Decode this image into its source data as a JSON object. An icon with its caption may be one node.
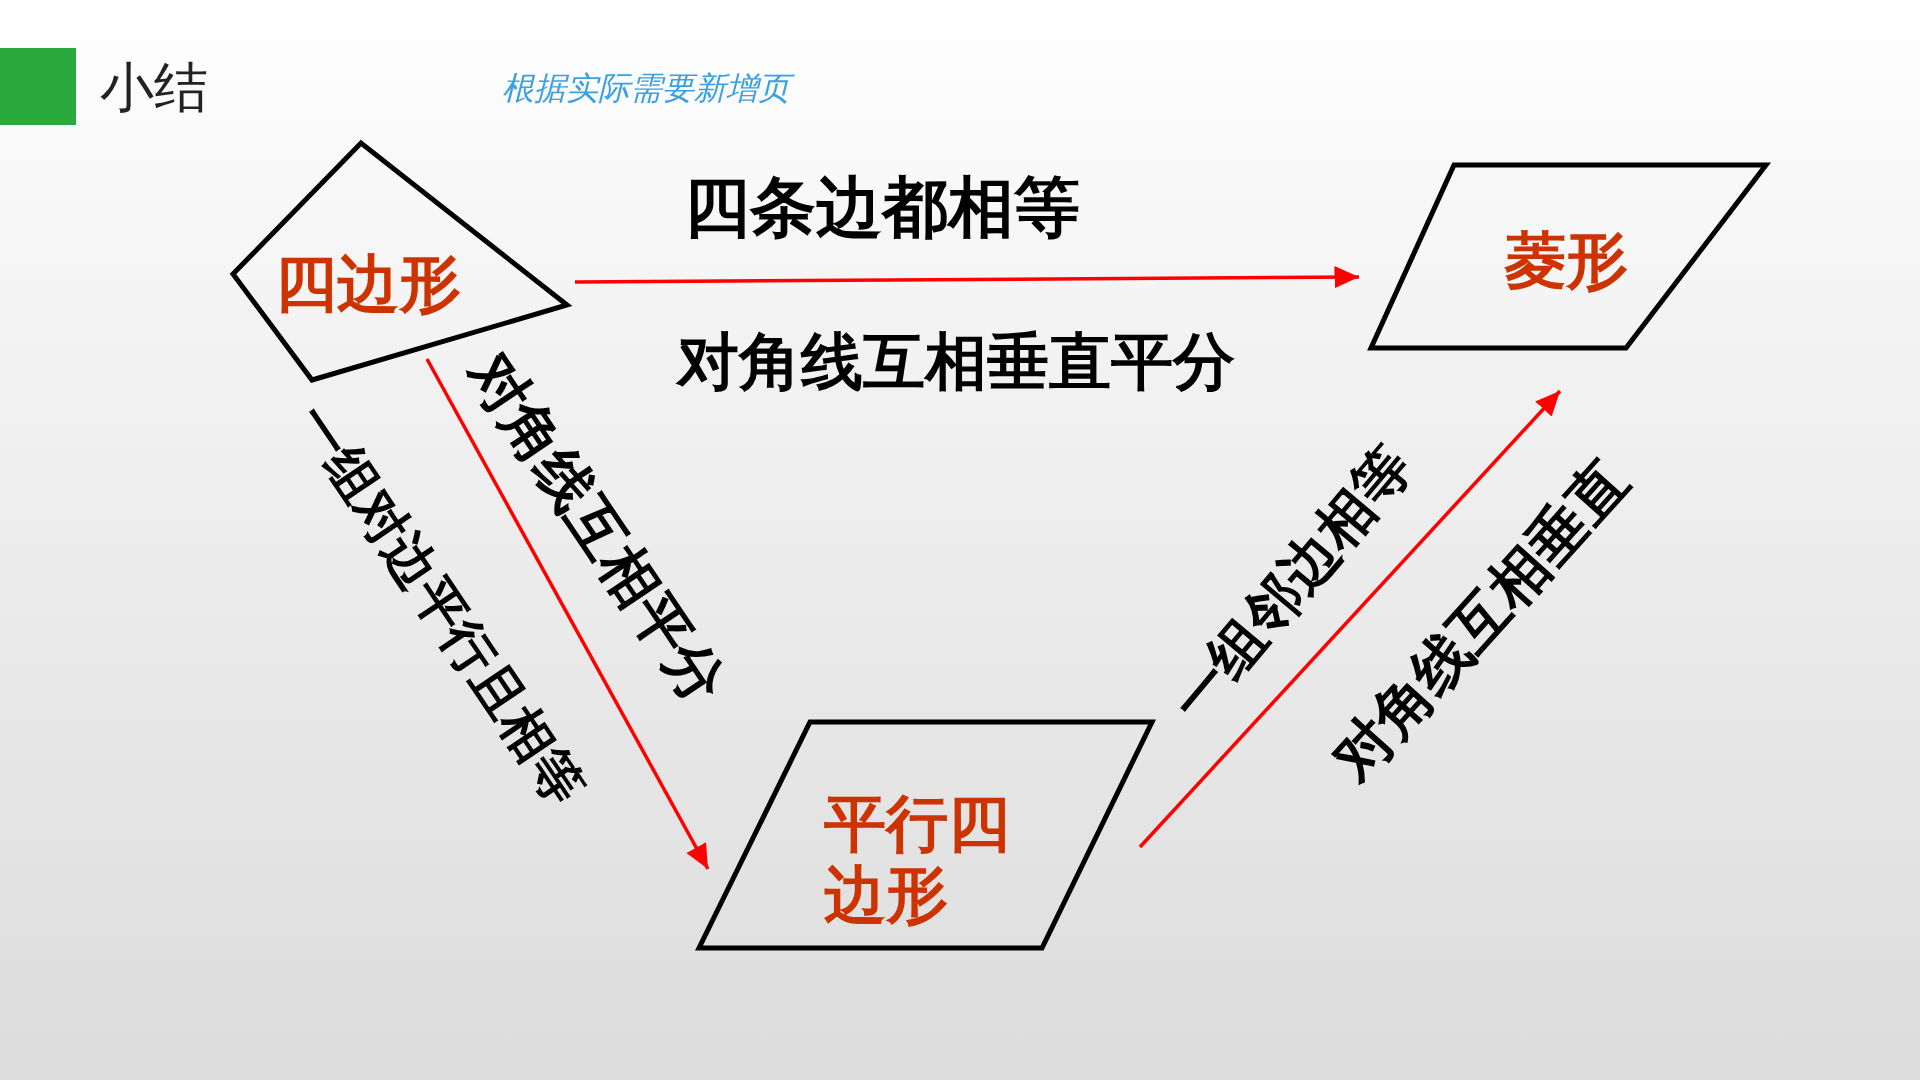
{
  "diagram": {
    "title": "小结",
    "nodes": [
      {
        "text": [
          "四边形"
        ]
      },
      {
        "text": [
          "菱形"
        ]
      },
      {
        "text": [
          "平行四边形"
        ]
      }
    ],
    "edges": [
      {
        "from": 0,
        "to": 1,
        "arrow": "to",
        "label": "四条边都相等"
      },
      {
        "from": 0,
        "to": 2,
        "arrow": "to",
        "label": "对角线互相平分"
      },
      {
        "from": 2,
        "to": 1,
        "arrow": "to",
        "label": "一组邻边相等"
      }
    ],
    "labels": [
      "根据实际需要新增页",
      "对角线互相垂直平分",
      "一组对边平行且相等",
      "对角线互相垂直"
    ]
  }
}
